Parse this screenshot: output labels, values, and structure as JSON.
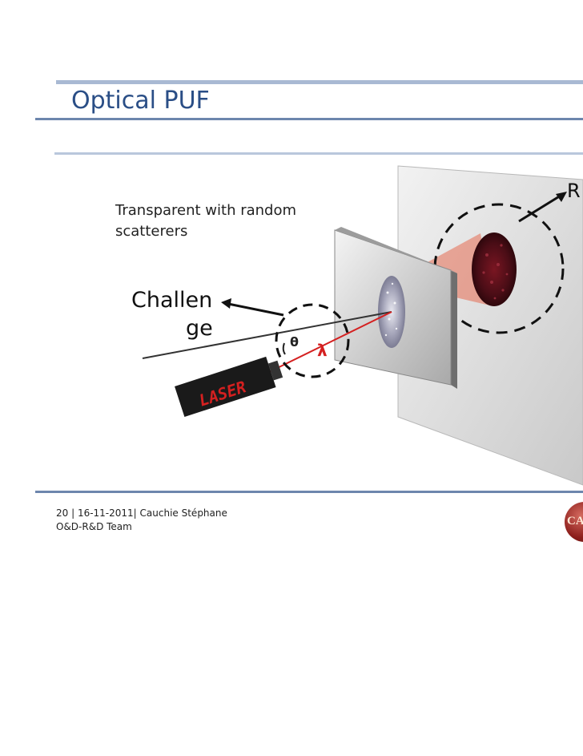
{
  "slide": {
    "title": "Optical PUF",
    "caption_line1": "Transparent  with random",
    "caption_line2": "scatterers",
    "challenge_line1": "Challen",
    "challenge_line2": "ge",
    "response_partial": "R",
    "theta_symbol": "θ",
    "lambda_symbol": "λ",
    "laser_label": "LASER"
  },
  "footer": {
    "line1": "20   | 16-11-2011| Cauchie Stéphane",
    "line2": "O&D-R&D Team"
  },
  "logo": {
    "text": "CA"
  },
  "colors": {
    "title": "#2a4e86",
    "accent_rule": "#6d86ad",
    "laser_beam": "#d42020"
  }
}
